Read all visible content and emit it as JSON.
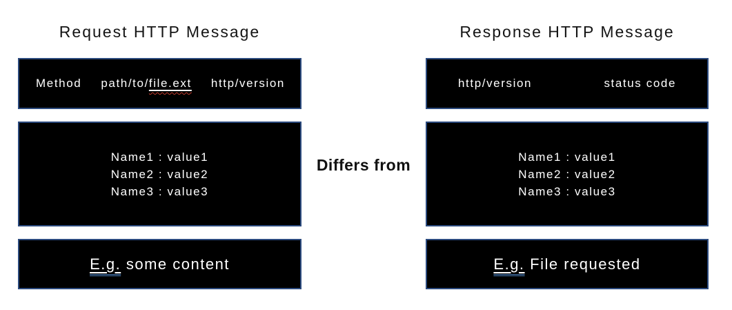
{
  "request_panel": {
    "title": "Request HTTP Message",
    "start_line": {
      "method": "Method",
      "path_prefix": "path/to/",
      "path_file": "file.ext",
      "version": "http/version"
    },
    "header_lines": [
      "Name1 : value1",
      "Name2 : value2",
      "Name3 : value3"
    ],
    "body": {
      "eg": "E.g.",
      "text": " some content"
    }
  },
  "center": {
    "label": "Differs from"
  },
  "response_panel": {
    "title": "Response HTTP Message",
    "start_line": {
      "version": "http/version",
      "status": "status code"
    },
    "header_lines": [
      "Name1 : value1",
      "Name2 : value2",
      "Name3 : value3"
    ],
    "body": {
      "eg": "E.g.",
      "text": " File requested"
    }
  },
  "colors": {
    "box_background": "#000000",
    "box_border": "#2b4a7e",
    "box_text": "#ffffff",
    "title_text": "#141414",
    "differs_text": "#111111",
    "spellcheck_underline_red": "#c43b2e",
    "grammar_underline_blue": "#4a7ebb"
  }
}
